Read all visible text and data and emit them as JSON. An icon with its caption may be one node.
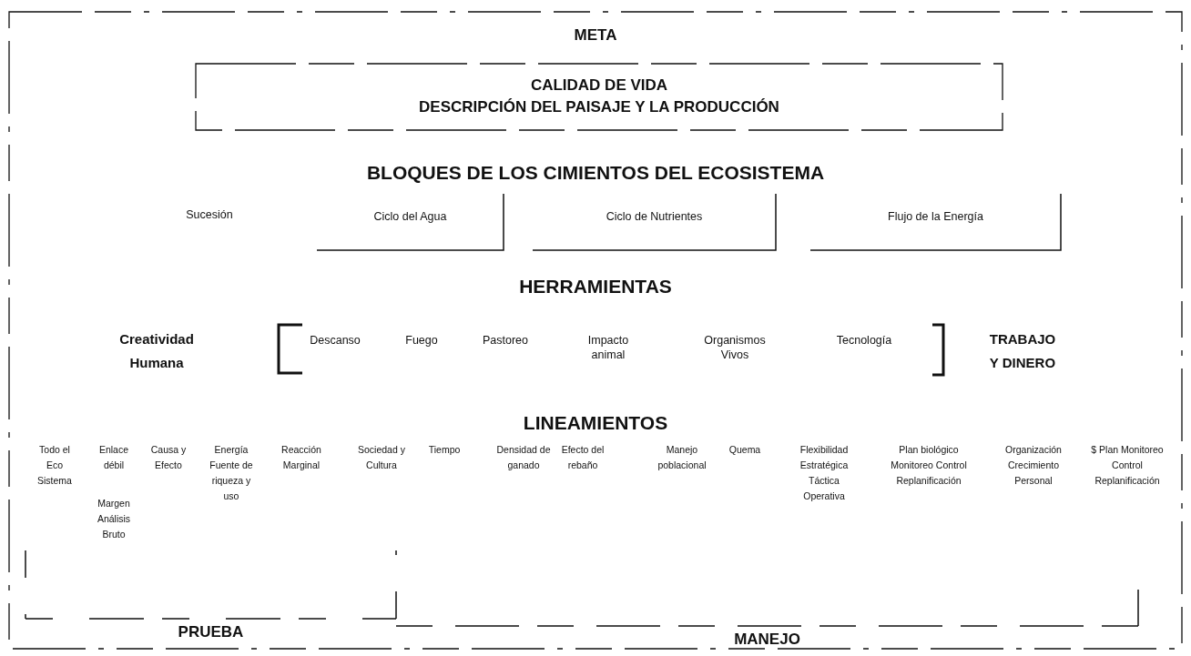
{
  "diagram": {
    "nodes": [
      {
        "text": [
          "CALIDAD DE VIDA",
          "DESCRIPCIÓN DEL PAISAJE Y LA PRODUCCIÓN"
        ]
      },
      {
        "text": [
          "Ciclo del Agua"
        ]
      },
      {
        "text": [
          "Ciclo de Nutrientes"
        ]
      },
      {
        "text": [
          "Flujo de la Energía"
        ]
      },
      {
        "text": [
          "PRUEBA"
        ]
      },
      {
        "text": [
          "MANEJO"
        ]
      }
    ],
    "edges": [],
    "labels": [
      "META",
      "BLOQUES DE LOS CIMIENTOS DEL ECOSISTEMA",
      "Sucesión",
      "HERRAMIENTAS",
      "Creatividad Humana",
      "Descanso",
      "Fuego",
      "Pastoreo",
      "Impacto animal",
      "Organismos Vivos",
      "Tecnología",
      "TRABAJO Y DINERO",
      "LINEAMIENTOS",
      "Todo el Eco Sistema",
      "Enlace débil",
      "Margen Análisis Bruto",
      "Causa y Efecto",
      "Energía Fuente de riqueza y uso",
      "Reacción Marginal",
      "Sociedad y Cultura",
      "Tiempo",
      "Densidad de ganado",
      "Efecto del rebaño",
      "Manejo poblacional",
      "Quema",
      "Flexibilidad Estratégica Táctica Operativa",
      "Plan biológico Monitoreo Control Replanificación",
      "Organización Crecimiento Personal",
      "$ Plan Monitoreo Control Replanificación"
    ]
  }
}
